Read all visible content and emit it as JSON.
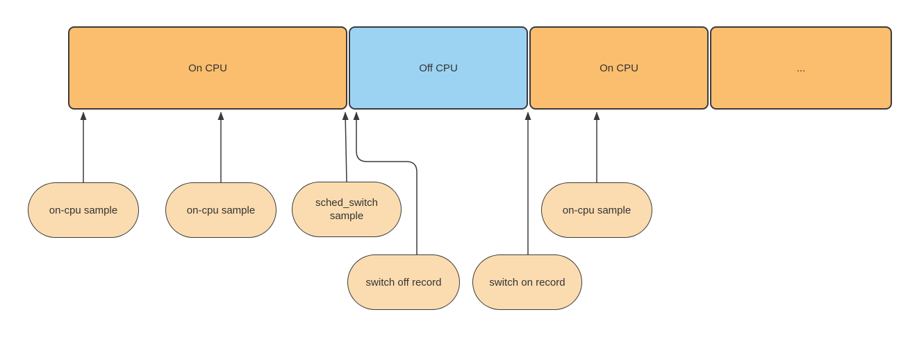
{
  "diagram": {
    "timeline_blocks": [
      {
        "label": "On CPU",
        "state": "on-cpu"
      },
      {
        "label": "Off CPU",
        "state": "off-cpu"
      },
      {
        "label": "On CPU",
        "state": "on-cpu"
      },
      {
        "label": "...",
        "state": "on-cpu"
      }
    ],
    "event_pills": [
      {
        "label": "on-cpu sample",
        "points_to": "On CPU (first block)"
      },
      {
        "label": "on-cpu sample",
        "points_to": "On CPU (first block)"
      },
      {
        "label": "sched_switch\nsample",
        "points_to": "boundary of On CPU and Off CPU"
      },
      {
        "label": "switch off record",
        "points_to": "start of Off CPU"
      },
      {
        "label": "switch on record",
        "points_to": "boundary of Off CPU and On CPU"
      },
      {
        "label": "on-cpu sample",
        "points_to": "On CPU (second block)"
      }
    ]
  },
  "colors": {
    "block-orange": "#fbbe6e",
    "block-blue": "#9cd3f2",
    "pill-orange": "#fbdcb0",
    "stroke": "#3a3a3a",
    "text": "#333333",
    "background": "#ffffff"
  }
}
